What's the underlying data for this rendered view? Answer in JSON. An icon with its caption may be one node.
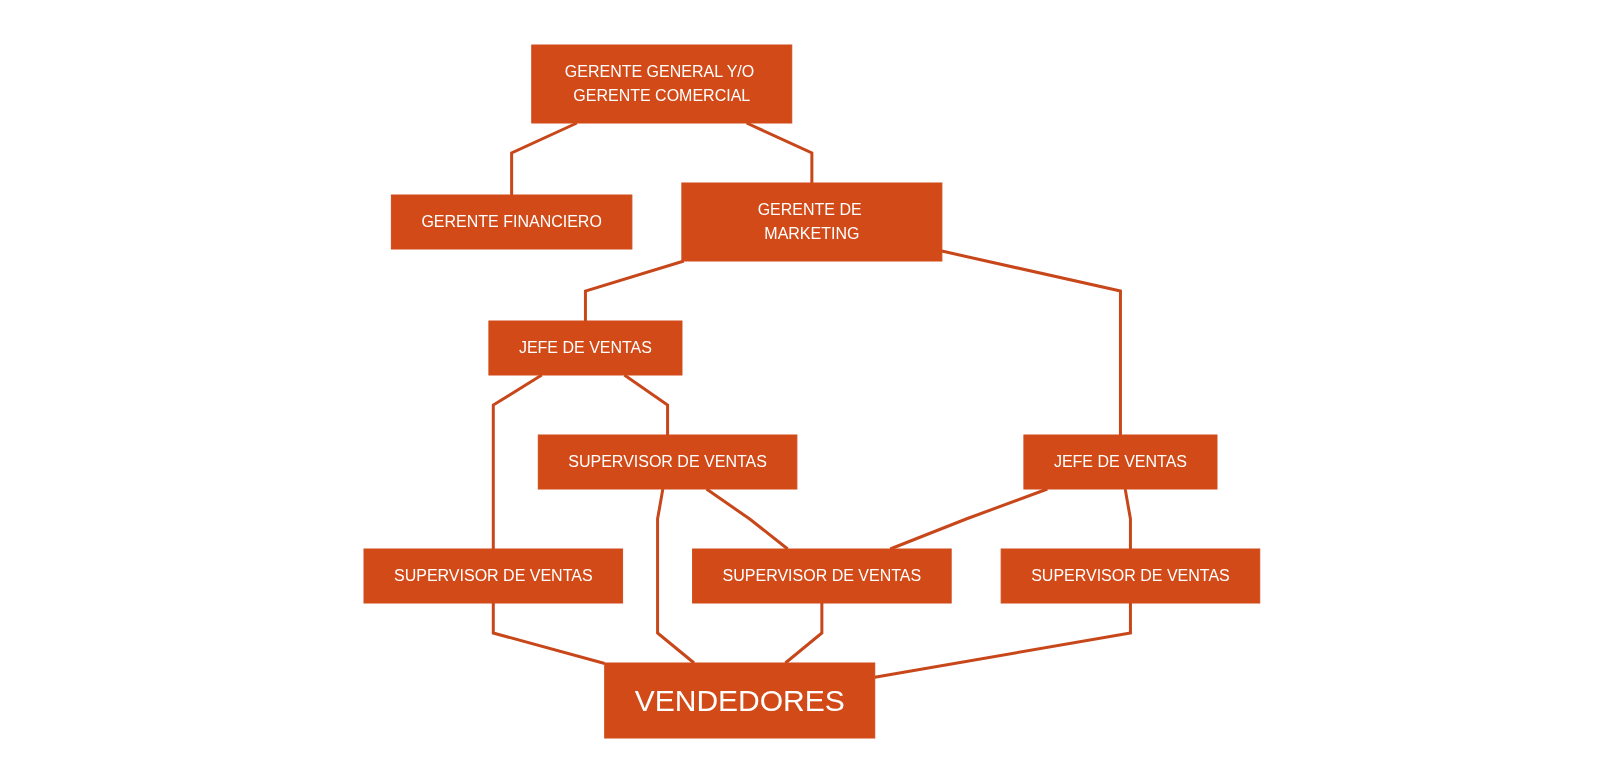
{
  "diagram": {
    "nodes": [
      {
        "text": [
          "GERENTE GENERAL Y/O GERENTE COMERCIAL"
        ]
      },
      {
        "text": [
          "GERENTE FINANCIERO"
        ]
      },
      {
        "text": [
          "GERENTE DE MARKETING"
        ]
      },
      {
        "text": [
          "JEFE DE VENTAS"
        ]
      },
      {
        "text": [
          "JEFE DE VENTAS"
        ]
      },
      {
        "text": [
          "SUPERVISOR DE VENTAS"
        ]
      },
      {
        "text": [
          "SUPERVISOR DE VENTAS"
        ]
      },
      {
        "text": [
          "SUPERVISOR DE VENTAS"
        ]
      },
      {
        "text": [
          "SUPERVISOR DE VENTAS"
        ]
      },
      {
        "text": [
          "VENDEDORES"
        ]
      }
    ],
    "edges": [
      {
        "from": 0,
        "to": 2,
        "arrow": "none"
      },
      {
        "from": 0,
        "to": 1,
        "arrow": "none"
      },
      {
        "from": 2,
        "to": 3,
        "arrow": "none"
      },
      {
        "from": 2,
        "to": 4,
        "arrow": "none"
      },
      {
        "from": 3,
        "to": 5,
        "arrow": "none"
      },
      {
        "from": 3,
        "to": 6,
        "arrow": "none"
      },
      {
        "from": 6,
        "to": 7,
        "arrow": "none"
      },
      {
        "from": 4,
        "to": 7,
        "arrow": "none"
      },
      {
        "from": 4,
        "to": 8,
        "arrow": "none"
      },
      {
        "from": 5,
        "to": 9,
        "arrow": "none"
      },
      {
        "from": 6,
        "to": 9,
        "arrow": "none"
      },
      {
        "from": 7,
        "to": 9,
        "arrow": "none"
      },
      {
        "from": 8,
        "to": 9,
        "arrow": "none"
      }
    ]
  }
}
